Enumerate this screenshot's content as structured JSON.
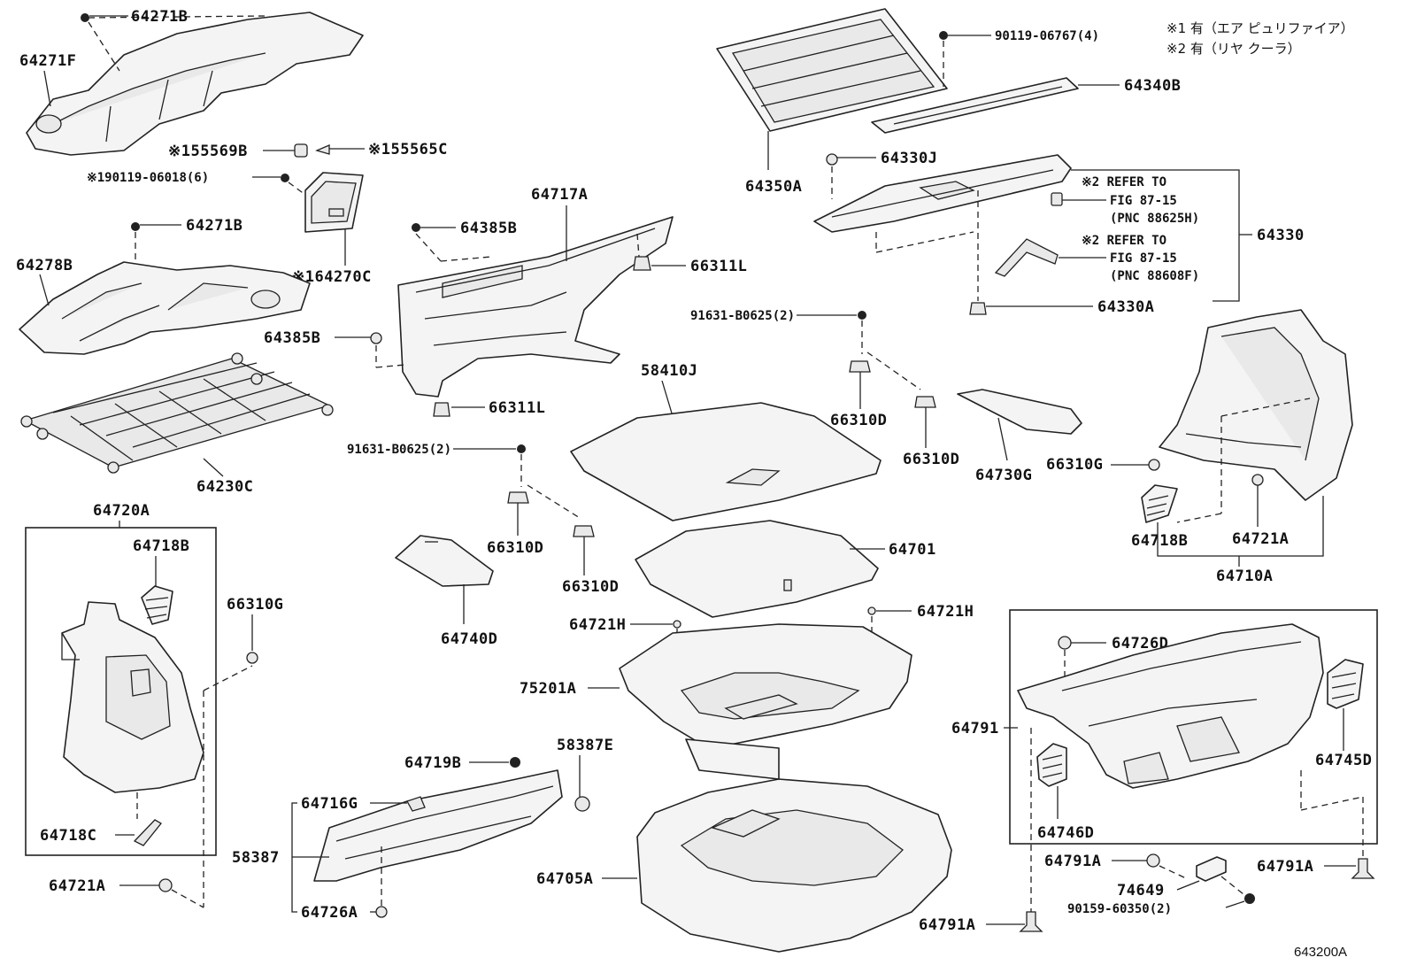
{
  "notes": {
    "note1": "※1 有（エア ピュリファイア）",
    "note2": "※2 有（リヤ クーラ）"
  },
  "labels": {
    "p64271B_top": "64271B",
    "p64271F": "64271F",
    "p55569B": "※155569B",
    "p55565C": "※155565C",
    "p90119_06018": "※190119-06018(6)",
    "p64271B_mid": "64271B",
    "p64278B": "64278B",
    "p64270C": "※164270C",
    "p64230C": "64230C",
    "p64717A": "64717A",
    "p64385B_top": "64385B",
    "p66311L_top": "66311L",
    "p64385B_left": "64385B",
    "p66311L_bot": "66311L",
    "p90119_06767": "90119-06767(4)",
    "p64340B": "64340B",
    "p64350A": "64350A",
    "p64330J": "64330J",
    "p64330": "64330",
    "p64330A": "64330A",
    "refer1_a": "※2 REFER TO",
    "refer1_b": "FIG 87-15",
    "refer1_c": "(PNC 88625H)",
    "refer2_a": "※2 REFER TO",
    "refer2_b": "FIG 87-15",
    "refer2_c": "(PNC 88608F)",
    "p91631_top": "91631-B0625(2)",
    "p66310D_a": "66310D",
    "p66310D_b": "66310D",
    "p58410J": "58410J",
    "p64730G": "64730G",
    "p66310G_right": "66310G",
    "p64718B_right": "64718B",
    "p64721A_right": "64721A",
    "p64710A": "64710A",
    "p91631_mid": "91631-B0625(2)",
    "p66310D_c": "66310D",
    "p66310D_d": "66310D",
    "p64701": "64701",
    "p64740D": "64740D",
    "p64720A": "64720A",
    "p64718B_left": "64718B",
    "p66310G_left": "66310G",
    "p64718C": "64718C",
    "p64721A_left": "64721A",
    "p64721H_left": "64721H",
    "p64721H_right": "64721H",
    "p75201A": "75201A",
    "p64719B": "64719B",
    "p58387E": "58387E",
    "p64716G": "64716G",
    "p58387": "58387",
    "p64726A": "64726A",
    "p64705A": "64705A",
    "p64726D": "64726D",
    "p64791": "64791",
    "p64745D": "64745D",
    "p64746D": "64746D",
    "p64791A_a": "64791A",
    "p64791A_b": "64791A",
    "p64791A_c": "64791A",
    "p74649": "74649",
    "p90159": "90159-60350(2)",
    "fig_code": "643200A"
  }
}
